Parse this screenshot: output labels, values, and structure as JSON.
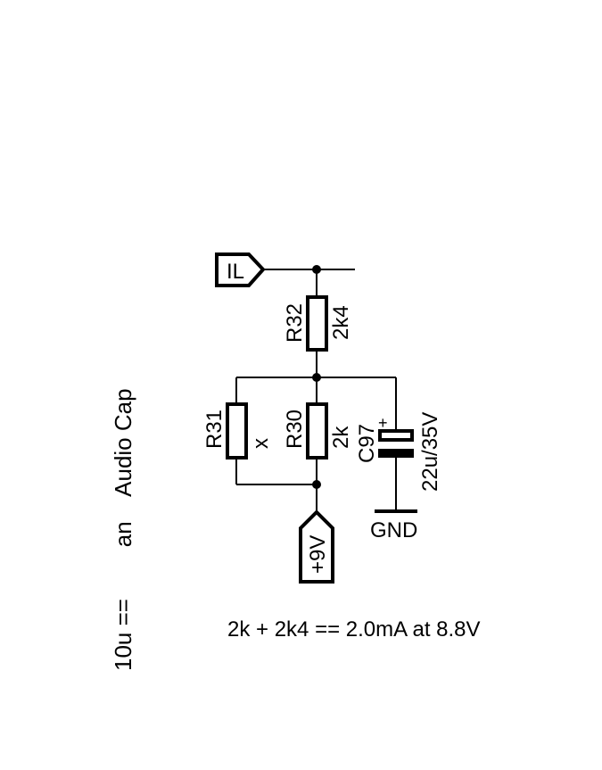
{
  "schematic": {
    "side_note_rotated": "10u ==        an    Audio Cap",
    "net_label_il": "IL",
    "supply_label": "+9V",
    "ground_label": "GND",
    "resistors": {
      "r32": {
        "ref": "R32",
        "value": "2k4"
      },
      "r31": {
        "ref": "R31",
        "value": "x"
      },
      "r30": {
        "ref": "R30",
        "value": "2k"
      }
    },
    "capacitor": {
      "ref": "C97",
      "value": "22u/35V",
      "polarity": "+"
    },
    "note": "2k + 2k4 == 2.0mA at 8.8V"
  },
  "colors": {
    "ink": "#000000",
    "background": "#ffffff"
  }
}
